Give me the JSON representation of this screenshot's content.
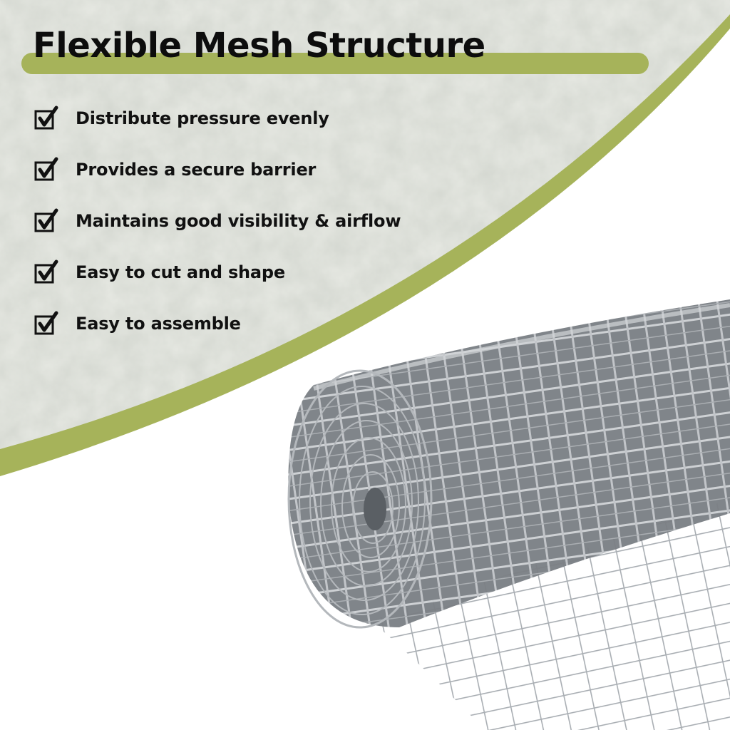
{
  "title": "Flexible Mesh Structure",
  "features": [
    {
      "label": "Distribute pressure evenly",
      "icon": "checkbox-checked-icon"
    },
    {
      "label": "Provides a secure barrier",
      "icon": "checkbox-checked-icon"
    },
    {
      "label": "Maintains good visibility & airflow",
      "icon": "checkbox-checked-icon"
    },
    {
      "label": "Easy to cut and shape",
      "icon": "checkbox-checked-icon"
    },
    {
      "label": "Easy to assemble",
      "icon": "checkbox-checked-icon"
    }
  ],
  "colors": {
    "accent": "#a6b35a",
    "background_texture": "#e6e8e2",
    "text": "#111111",
    "wire": "#9aa0a6"
  },
  "product_image": "welded-wire-mesh-roll"
}
